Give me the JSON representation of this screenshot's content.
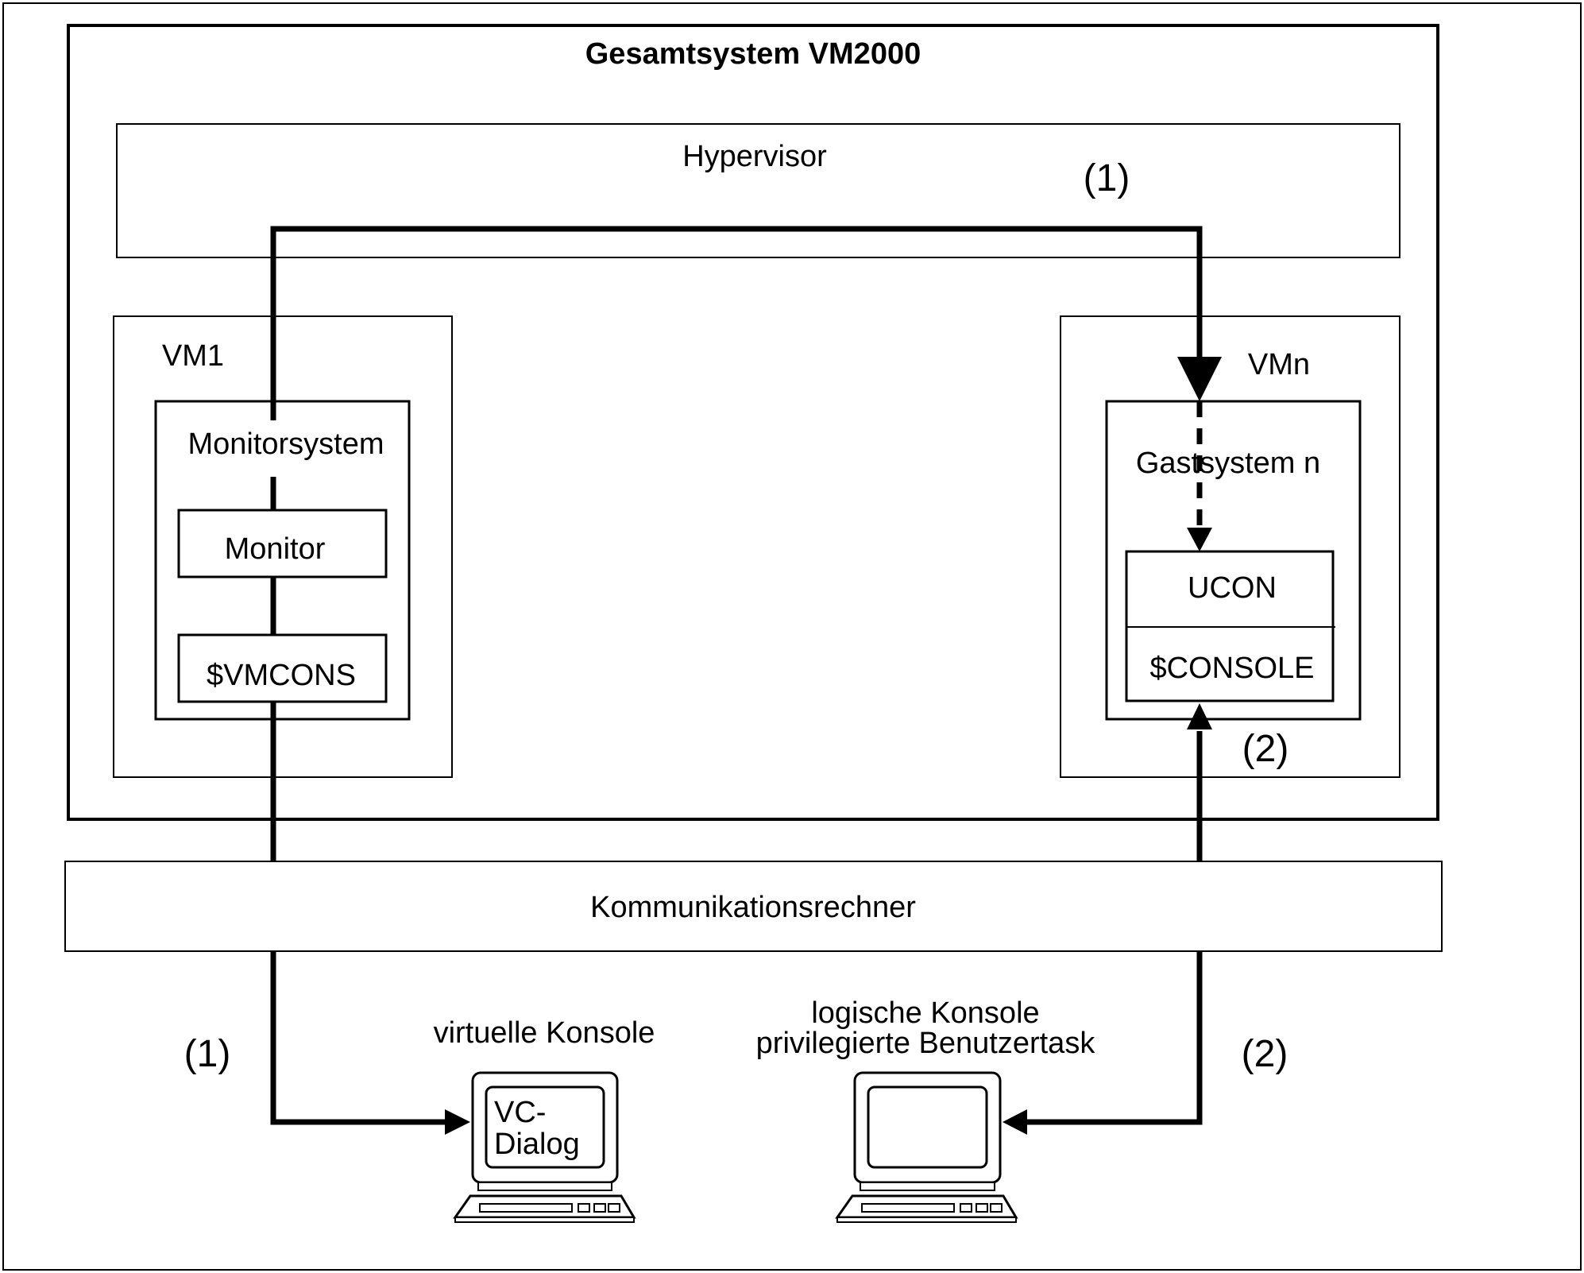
{
  "diagram": {
    "title": "Gesamtsystem VM2000",
    "hypervisor_label": "Hypervisor",
    "vm1": {
      "label": "VM1",
      "system_label": "Monitorsystem",
      "monitor_label": "Monitor",
      "vmcons_label": "$VMCONS"
    },
    "vmn": {
      "label": "VMn",
      "system_label": "Gastsystem n",
      "ucon_label": "UCON",
      "console_label": "$CONSOLE"
    },
    "comm_label": "Kommunikationsrechner",
    "path1_label": "(1)",
    "path2_label": "(2)",
    "virtual_console_label": "virtuelle Konsole",
    "vc_screen_line1": "VC-",
    "vc_screen_line2": "Dialog",
    "logical_console_line1": "logische Konsole",
    "logical_console_line2": "privilegierte Benutzertask"
  }
}
